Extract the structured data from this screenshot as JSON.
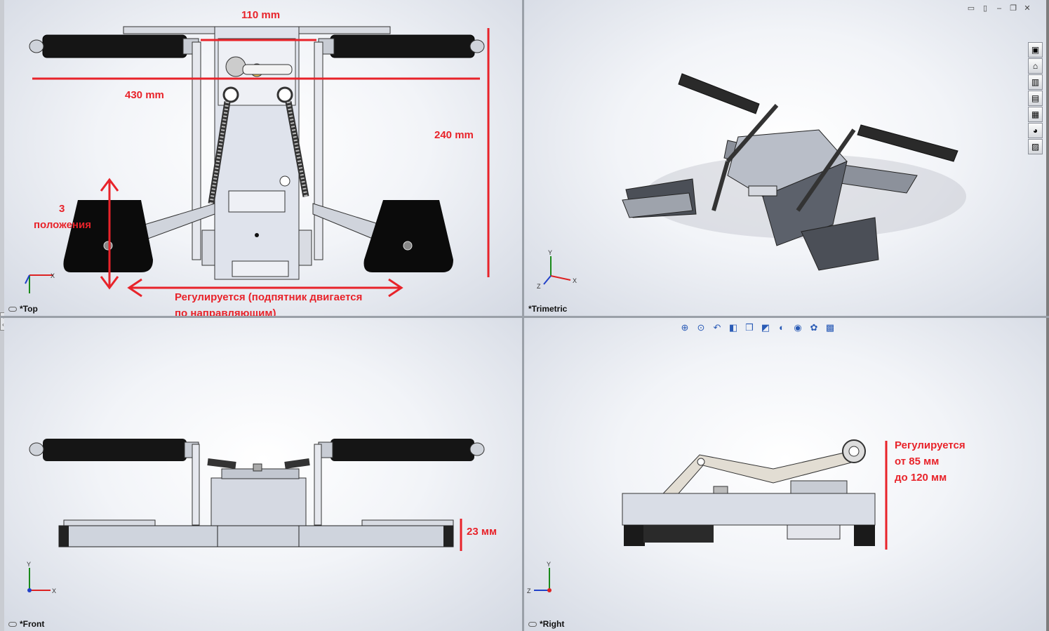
{
  "viewports": {
    "top": {
      "label": "*Top"
    },
    "trimetric": {
      "label": "*Trimetric"
    },
    "front": {
      "label": "*Front"
    },
    "right": {
      "label": "*Right"
    }
  },
  "annotations": {
    "width_110": "110 mm",
    "width_430": "430 mm",
    "depth_240": "240 mm",
    "positions_line1": "3",
    "positions_line2": "положения",
    "adjust_line1": "Регулируется (подпятник двигается",
    "adjust_line2": "по направляющим)",
    "height_23": "23 мм",
    "right_line1": "Регулируется",
    "right_line2": "от 85 мм",
    "right_line3": "до 120 мм"
  },
  "triad": {
    "x": "X",
    "y": "Y",
    "z": "Z"
  },
  "window_controls": {
    "tile_h": "▭",
    "tile_v": "▯",
    "minimize": "–",
    "restore": "❐",
    "close": "✕"
  },
  "task_pane": {
    "items": [
      {
        "icon": "resources-icon",
        "glyph": "▣"
      },
      {
        "icon": "home-icon",
        "glyph": "⌂"
      },
      {
        "icon": "design-library-icon",
        "glyph": "▥"
      },
      {
        "icon": "file-explorer-icon",
        "glyph": "▤"
      },
      {
        "icon": "view-palette-icon",
        "glyph": "▦"
      },
      {
        "icon": "appearances-icon",
        "glyph": "◕"
      },
      {
        "icon": "custom-properties-icon",
        "glyph": "▨"
      }
    ]
  },
  "heads_up_toolbar": {
    "items": [
      {
        "icon": "zoom-to-fit-icon",
        "glyph": "⊕"
      },
      {
        "icon": "zoom-to-area-icon",
        "glyph": "⊙"
      },
      {
        "icon": "previous-view-icon",
        "glyph": "↶"
      },
      {
        "icon": "section-view-icon",
        "glyph": "◧"
      },
      {
        "icon": "view-orientation-icon",
        "glyph": "❒"
      },
      {
        "icon": "display-style-icon",
        "glyph": "◩"
      },
      {
        "icon": "hide-show-items-icon",
        "glyph": "◐"
      },
      {
        "icon": "edit-appearance-icon",
        "glyph": "◉"
      },
      {
        "icon": "apply-scene-icon",
        "glyph": "✿"
      },
      {
        "icon": "view-settings-icon",
        "glyph": "▩"
      }
    ]
  }
}
